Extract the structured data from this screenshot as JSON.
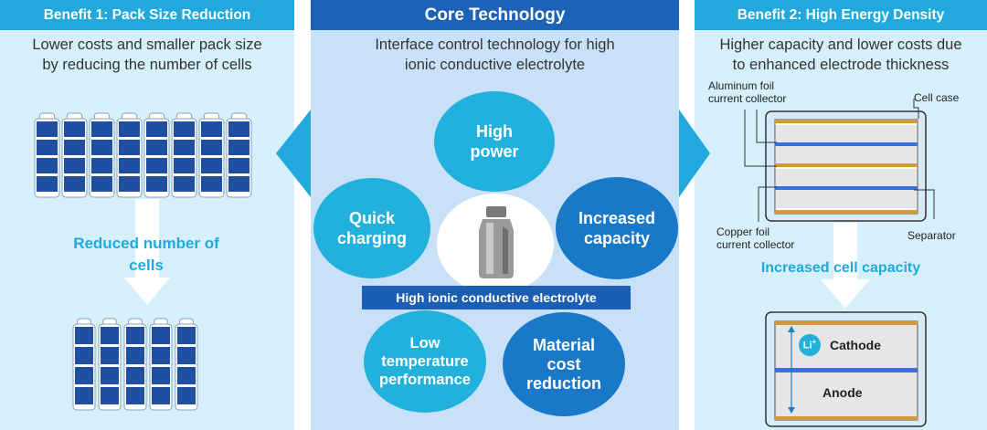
{
  "benefit1": {
    "title": "Benefit 1: Pack Size Reduction",
    "desc_line1": "Lower costs and smaller pack size",
    "desc_line2": "by reducing the number of cells",
    "reduced_line1": "Reduced number of",
    "reduced_line2": "cells"
  },
  "core": {
    "title": "Core Technology",
    "desc_line1": "Interface control technology for high",
    "desc_line2": "ionic conductive electrolyte",
    "circles": {
      "high_power": [
        "High",
        "power"
      ],
      "quick_charging": [
        "Quick",
        "charging"
      ],
      "increased_capacity": [
        "Increased",
        "capacity"
      ],
      "low_temp": [
        "Low",
        "temperature",
        "performance"
      ],
      "material_cost": [
        "Material",
        "cost",
        "reduction"
      ]
    },
    "band": "High ionic conductive electrolyte"
  },
  "benefit2": {
    "title": "Benefit 2: High Energy Density",
    "desc_line1": "Higher capacity and lower costs due",
    "desc_line2": "to enhanced electrode thickness",
    "aluminum_line1": "Aluminum foil",
    "aluminum_line2": "current collector",
    "cell_case": "Cell case",
    "copper_line1": "Copper foil",
    "copper_line2": "current collector",
    "separator": "Separator",
    "increased": "Increased cell capacity",
    "li": "Li",
    "li_sup": "+",
    "cathode": "Cathode",
    "anode": "Anode"
  },
  "colors": {
    "light_blue": "#21a9dd",
    "dark_blue": "#1b62b8",
    "cell_blue": "#1f4fa0",
    "copper": "#d39a3c",
    "separator": "#3a6de0"
  }
}
